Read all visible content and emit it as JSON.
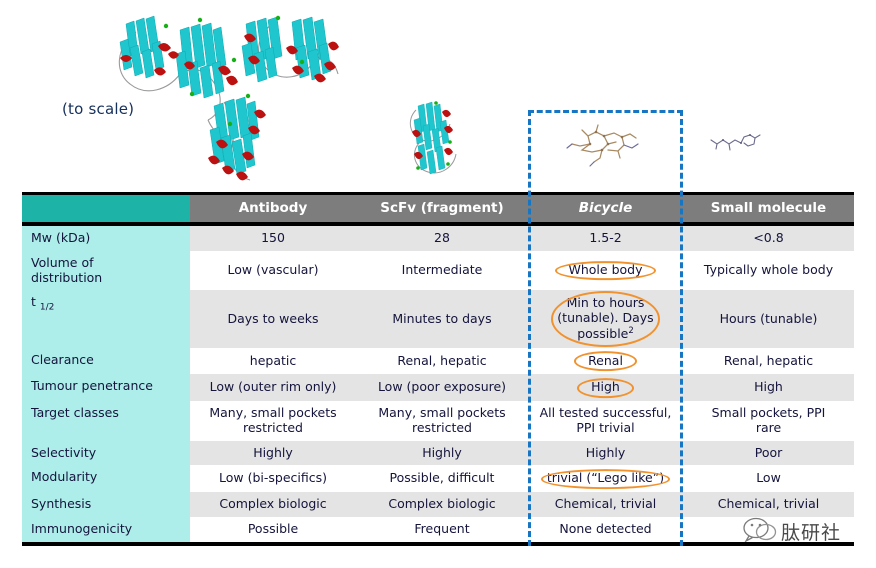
{
  "annotations": {
    "scale_note": "(to scale)"
  },
  "structures": [
    {
      "name": "antibody-ribbon-structure",
      "label": "Antibody"
    },
    {
      "name": "scfv-ribbon-structure",
      "label": "ScFv (fragment)"
    },
    {
      "name": "bicycle-stick-structure",
      "label": "Bicycle"
    },
    {
      "name": "small-molecule-structure",
      "label": "Small molecule"
    }
  ],
  "table": {
    "columns": [
      {
        "label": "",
        "italic": false
      },
      {
        "label": "Antibody",
        "italic": false
      },
      {
        "label": "ScFv (fragment)",
        "italic": false
      },
      {
        "label": "Bicycle",
        "italic": true
      },
      {
        "label": "Small molecule",
        "italic": false
      }
    ],
    "rows": [
      {
        "label": "Mw (kDa)",
        "antibody": "150",
        "scfv": "28",
        "bicycle": "1.5-2",
        "small_molecule": "<0.8",
        "highlight": false,
        "shaded": true
      },
      {
        "label": "Volume of distribution",
        "antibody": "Low (vascular)",
        "scfv": "Intermediate",
        "bicycle": "Whole body",
        "small_molecule": "Typically whole body",
        "highlight": true,
        "shaded": false
      },
      {
        "label": "t 1/2",
        "antibody": "Days to weeks",
        "scfv": "Minutes to days",
        "bicycle": "Min to hours (tunable). Days possible²",
        "small_molecule": "Hours (tunable)",
        "highlight": true,
        "shaded": true
      },
      {
        "label": "Clearance",
        "antibody": "hepatic",
        "scfv": "Renal, hepatic",
        "bicycle": "Renal",
        "small_molecule": "Renal, hepatic",
        "highlight": true,
        "shaded": false
      },
      {
        "label": "Tumour penetrance",
        "antibody": "Low (outer rim only)",
        "scfv": "Low (poor exposure)",
        "bicycle": "High",
        "small_molecule": "High",
        "highlight": true,
        "shaded": true
      },
      {
        "label": "Target classes",
        "antibody": "Many, small pockets restricted",
        "scfv": "Many, small pockets restricted",
        "bicycle": "All tested successful, PPI trivial",
        "small_molecule": "Small pockets, PPI rare",
        "highlight": false,
        "shaded": false
      },
      {
        "label": "Selectivity",
        "antibody": "Highly",
        "scfv": "Highly",
        "bicycle": "Highly",
        "small_molecule": "Poor",
        "highlight": false,
        "shaded": true
      },
      {
        "label": "Modularity",
        "antibody": "Low (bi-specifics)",
        "scfv": "Possible, difficult",
        "bicycle": "trivial  (“Lego like”)",
        "small_molecule": "Low",
        "highlight": true,
        "shaded": false
      },
      {
        "label": "Synthesis",
        "antibody": "Complex biologic",
        "scfv": "Complex biologic",
        "bicycle": "Chemical, trivial",
        "small_molecule": "Chemical, trivial",
        "highlight": false,
        "shaded": true
      },
      {
        "label": "Immunogenicity",
        "antibody": "Possible",
        "scfv": "Frequent",
        "bicycle": "None detected",
        "small_molecule": "",
        "highlight": false,
        "shaded": false
      }
    ]
  },
  "watermark": {
    "text": "肽研社"
  },
  "colors": {
    "header_gray": "#7d7d7d",
    "corner_teal": "#1db3a6",
    "label_cyan": "#aeeeea",
    "row_shade": "#e4e4e4",
    "highlight_orange": "#f1922e",
    "dash_blue": "#1776c4",
    "text_navy": "#14143c",
    "ribbon_cyan": "#19c4cb",
    "ribbon_red": "#bb1111"
  }
}
